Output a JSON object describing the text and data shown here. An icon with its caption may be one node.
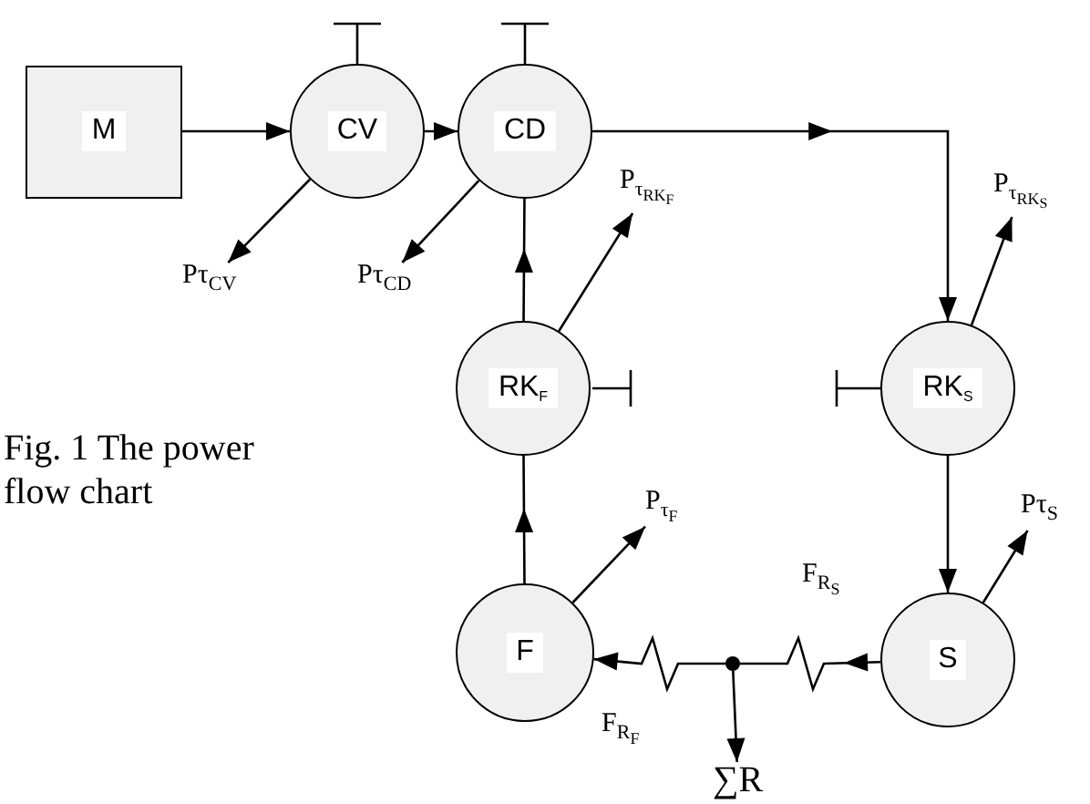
{
  "diagram": {
    "caption": "Fig. 1 The power flow chart",
    "nodes": [
      {
        "text": [
          "M"
        ]
      },
      {
        "text": [
          "CV"
        ]
      },
      {
        "text": [
          "CD"
        ]
      },
      {
        "text": [
          "RK$_{F}$"
        ]
      },
      {
        "text": [
          "RK$_{S}$"
        ]
      },
      {
        "text": [
          "F"
        ]
      },
      {
        "text": [
          "S"
        ]
      },
      {
        "text": [],
        "shape": "circle"
      },
      {
        "text": [
          "Pτ$_{CV}$"
        ]
      },
      {
        "text": [
          "Pτ$_{CD}$"
        ]
      },
      {
        "text": [
          "P$_{τ}$$_{RK}$$_{F}$"
        ]
      },
      {
        "text": [
          "P$_{τ}$$_{RK}$$_{S}$"
        ]
      },
      {
        "text": [
          "P$_{τ}$$_{F}$"
        ]
      },
      {
        "text": [
          "Pτ$_{S}$"
        ]
      },
      {
        "text": [
          "∑R"
        ]
      }
    ],
    "edges": [
      {
        "from": 0,
        "to": 1,
        "arrow": "to"
      },
      {
        "from": 1,
        "to": 2,
        "arrow": "to"
      },
      {
        "from": 2,
        "to": 4,
        "arrow": "to"
      },
      {
        "from": 3,
        "to": 2,
        "arrow": "to"
      },
      {
        "from": 4,
        "to": 6,
        "arrow": "to"
      },
      {
        "from": 5,
        "to": 3,
        "arrow": "to"
      },
      {
        "from": 7,
        "to": 5,
        "arrow": "to"
      },
      {
        "from": 6,
        "to": 7,
        "arrow": "to"
      },
      {
        "from": 1,
        "to": 8,
        "arrow": "to"
      },
      {
        "from": 2,
        "to": 9,
        "arrow": "to"
      },
      {
        "from": 3,
        "to": 10,
        "arrow": "to"
      },
      {
        "from": 4,
        "to": 11,
        "arrow": "to"
      },
      {
        "from": 5,
        "to": 12,
        "arrow": "to"
      },
      {
        "from": 6,
        "to": 13,
        "arrow": "to"
      },
      {
        "from": 7,
        "to": 14,
        "arrow": "to"
      }
    ],
    "labels": [
      "F$_{R}$$_{S}$",
      "F$_{R}$$_{F}$"
    ]
  }
}
